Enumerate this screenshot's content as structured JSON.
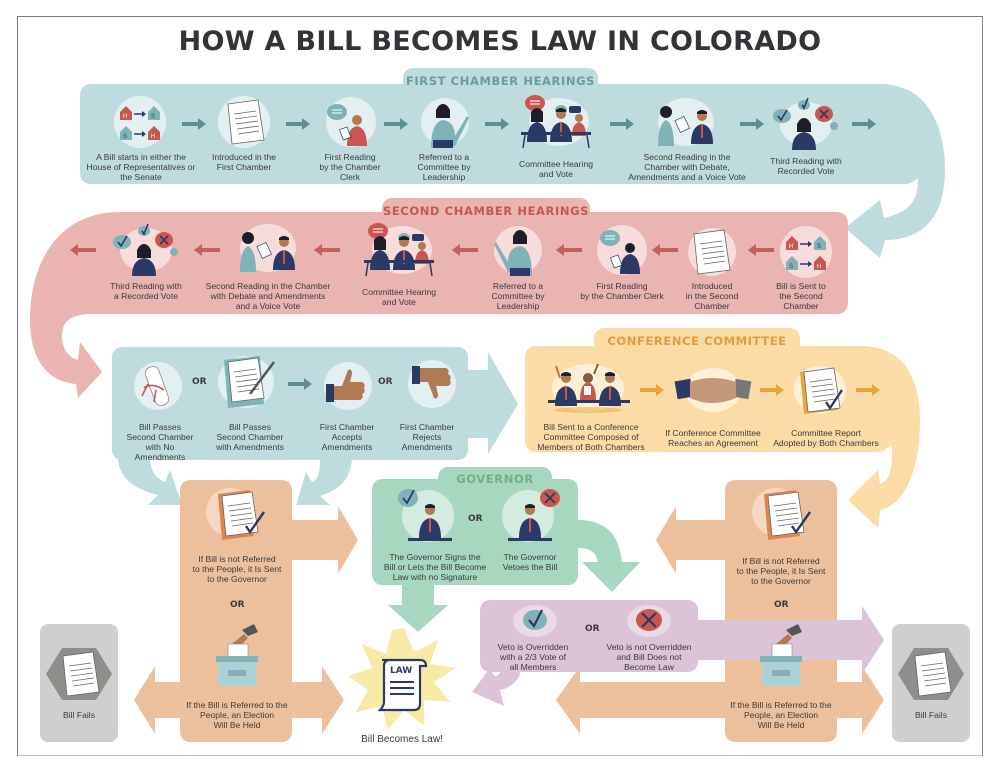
{
  "title": "HOW A BILL BECOMES LAW IN COLORADO",
  "colors": {
    "teal_band": "#bedcde",
    "teal_arrow": "#5f8e91",
    "pink_band": "#e9b4b2",
    "pink_arrow": "#c4605c",
    "yellow_band": "#fbdca7",
    "yellow_arrow": "#e8a43c",
    "orange_box": "#edc09d",
    "green_box": "#a7d8bf",
    "purple_box": "#dcc3d8",
    "gray_box": "#cfcfcf",
    "navy": "#2b3a64",
    "red": "#c8574f",
    "title": "#333338",
    "label_teal": "#6a9ba0",
    "label_pink": "#c8574f",
    "label_yellow": "#e89a35",
    "label_green": "#6fb08c"
  },
  "first_chamber": {
    "label": "FIRST CHAMBER HEARINGS",
    "steps": [
      {
        "icon": "house-senate-swap-icon",
        "caption": [
          "A Bill starts in either the",
          "House of Representatives or",
          "the Senate"
        ]
      },
      {
        "icon": "bill-document-icon",
        "caption": [
          "Introduced in the",
          "First Chamber"
        ]
      },
      {
        "icon": "clerk-reading-icon",
        "caption": [
          "First Reading",
          "by the Chamber",
          "Clerk"
        ]
      },
      {
        "icon": "leadership-pointing-icon",
        "caption": [
          "Referred to a",
          "Committee by",
          "Leadership"
        ]
      },
      {
        "icon": "committee-table-icon",
        "caption": [
          "Committee Hearing",
          "and Vote"
        ]
      },
      {
        "icon": "debate-handing-paper-icon",
        "caption": [
          "Second Reading in the",
          "Chamber with Debate,",
          "Amendments and a Voice Vote"
        ]
      },
      {
        "icon": "recorded-vote-icon",
        "caption": [
          "Third Reading with",
          "Recorded Vote"
        ]
      }
    ]
  },
  "second_chamber": {
    "label": "SECOND CHAMBER HEARINGS",
    "steps": [
      {
        "icon": "house-senate-swap-icon",
        "caption": [
          "Bill is Sent to",
          "the Second",
          "Chamber"
        ]
      },
      {
        "icon": "bill-document-icon",
        "caption": [
          "Introduced",
          "in the Second",
          "Chamber"
        ]
      },
      {
        "icon": "clerk-reading-icon",
        "caption": [
          "First Reading",
          "by the Chamber Clerk"
        ]
      },
      {
        "icon": "leadership-pointing-icon",
        "caption": [
          "Referred to a",
          "Committee by",
          "Leadership"
        ]
      },
      {
        "icon": "committee-table-icon",
        "caption": [
          "Committee Hearing",
          "and Vote"
        ]
      },
      {
        "icon": "debate-handing-paper-icon",
        "caption": [
          "Second Reading in the Chamber",
          "with Debate and Amendments",
          "and a Voice Vote"
        ]
      },
      {
        "icon": "recorded-vote-icon",
        "caption": [
          "Third Reading with",
          "a Recorded Vote"
        ]
      }
    ]
  },
  "passage": {
    "or_label": "OR",
    "steps": [
      {
        "icon": "scroll-ribbon-icon",
        "caption": [
          "Bill Passes",
          "Second Chamber",
          "with No Amendments"
        ]
      },
      {
        "icon": "bill-amend-pen-icon",
        "caption": [
          "Bill Passes",
          "Second Chamber",
          "with Amendments"
        ]
      },
      {
        "icon": "thumbs-up-icon",
        "caption": [
          "First Chamber",
          "Accepts",
          "Amendments"
        ]
      },
      {
        "icon": "thumbs-down-icon",
        "caption": [
          "First Chamber",
          "Rejects",
          "Amendments"
        ]
      }
    ]
  },
  "conference": {
    "label": "CONFERENCE COMMITTEE",
    "steps": [
      {
        "icon": "conference-table-icon",
        "caption": [
          "Bill Sent to a Conference",
          "Committee Composed of",
          "Members of Both Chambers"
        ]
      },
      {
        "icon": "handshake-icon",
        "caption": [
          "If Conference Committee",
          "Reaches an Agreement"
        ]
      },
      {
        "icon": "we-agree-report-icon",
        "caption": [
          "Committee Report",
          "Adopted by Both Chambers"
        ]
      }
    ]
  },
  "referral_left": {
    "or_label": "OR",
    "top": {
      "icon": "bill-checkmark-icon",
      "caption": [
        "If Bill is not Referred",
        "to the People, it Is Sent",
        "to the Governor"
      ]
    },
    "bottom": {
      "icon": "ballot-box-icon",
      "caption": [
        "If the Bill is Referred to the",
        "People, an Election",
        "Will Be Held"
      ]
    }
  },
  "referral_right": {
    "or_label": "OR",
    "top": {
      "icon": "bill-checkmark-icon",
      "caption": [
        "If Bill is not Referred",
        "to the People, it Is Sent",
        "to the Governor"
      ]
    },
    "bottom": {
      "icon": "ballot-box-icon",
      "caption": [
        "If the Bill is Referred to the",
        "People, an Election",
        "Will Be Held"
      ]
    }
  },
  "governor": {
    "label": "GOVERNOR",
    "or_label": "OR",
    "steps": [
      {
        "icon": "governor-signs-icon",
        "caption": [
          "The Governor Signs the",
          "Bill or Lets the Bill Become",
          "Law with no Signature"
        ]
      },
      {
        "icon": "governor-vetoes-icon",
        "caption": [
          "The Governor",
          "Vetoes the Bill"
        ]
      }
    ]
  },
  "veto": {
    "or_label": "OR",
    "steps": [
      {
        "icon": "check-bubble-icon",
        "caption": [
          "Veto is Overridden",
          "with a 2/3 Vote of",
          "all Members"
        ]
      },
      {
        "icon": "x-bubble-icon",
        "caption": [
          "Veto is not Overridden",
          "and Bill Does not",
          "Become Law"
        ]
      }
    ]
  },
  "law": {
    "icon": "law-scroll-icon",
    "badge": "LAW",
    "caption": "Bill Becomes Law!"
  },
  "fails_left": {
    "icon": "failed-bill-hexagon-icon",
    "caption": "Bill Fails"
  },
  "fails_right": {
    "icon": "failed-bill-hexagon-icon",
    "caption": "Bill Fails"
  }
}
